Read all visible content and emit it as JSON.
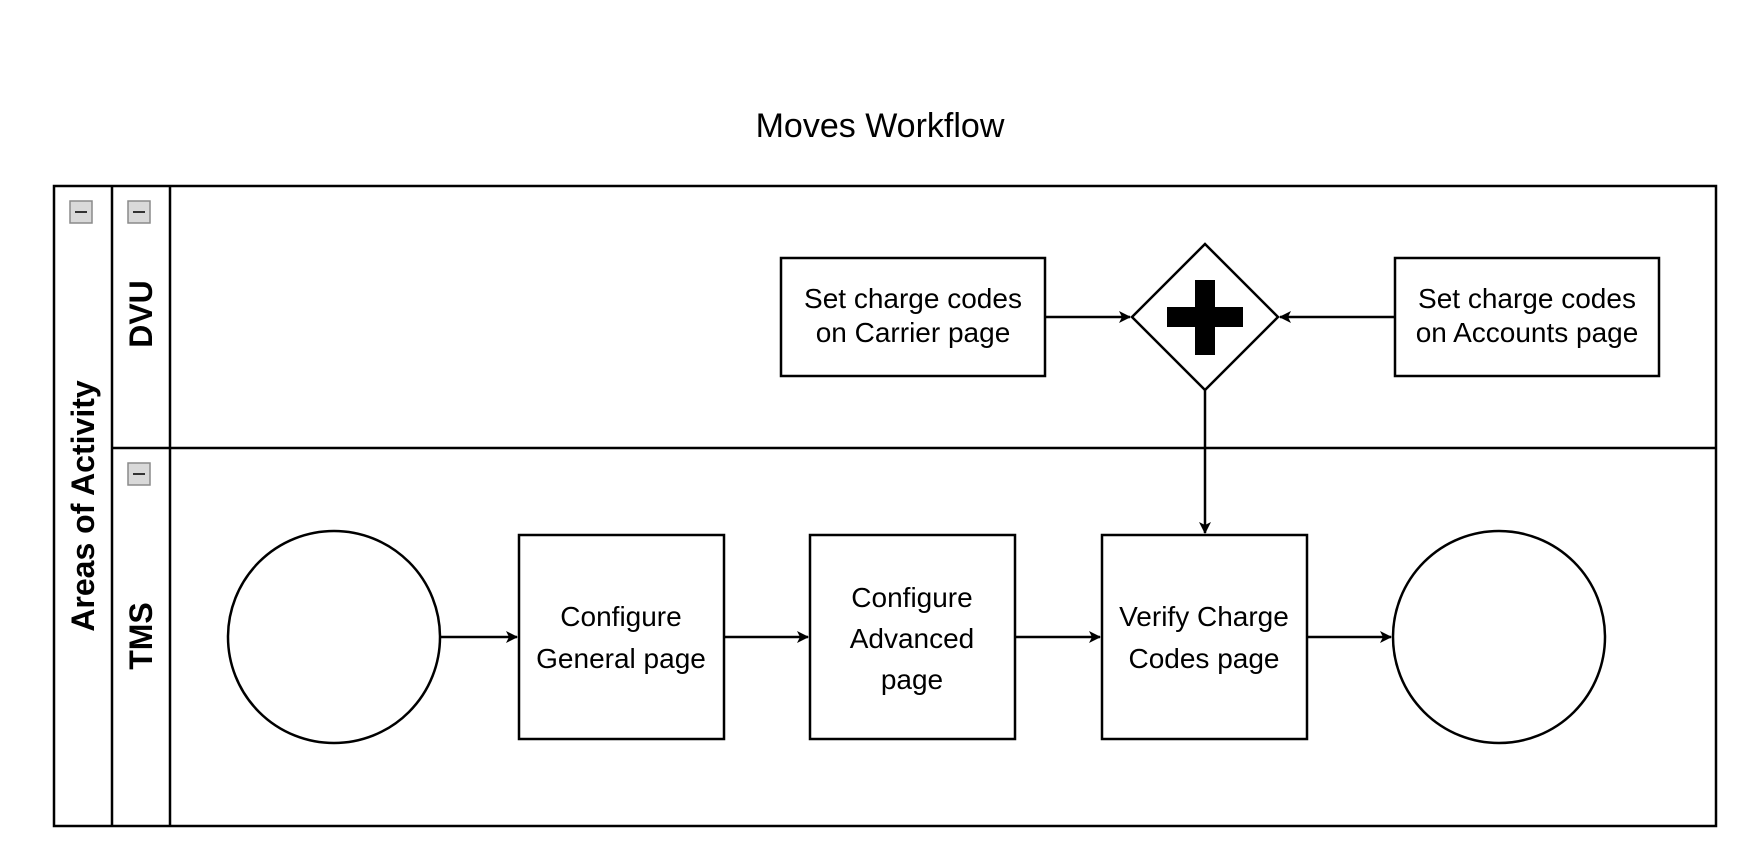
{
  "diagram": {
    "title": "Moves Workflow",
    "pool": {
      "label": "Areas of Activity"
    },
    "lanes": [
      {
        "id": "dvu",
        "label": "DVU"
      },
      {
        "id": "tms",
        "label": "TMS"
      }
    ],
    "tasks": {
      "set_carrier": {
        "line1": "Set charge codes",
        "line2": "on Carrier page"
      },
      "set_accounts": {
        "line1": "Set charge codes",
        "line2": "on Accounts page"
      },
      "configure_general": {
        "line1": "Configure",
        "line2": "General page"
      },
      "configure_advanced": {
        "line1": "Configure",
        "line2": "Advanced",
        "line3": "page"
      },
      "verify_charge": {
        "line1": "Verify Charge",
        "line2": "Codes page"
      }
    },
    "gateway": {
      "type": "parallel"
    },
    "events": [
      "start",
      "end"
    ],
    "colors": {
      "stroke": "#000000",
      "background": "#ffffff",
      "collapse_button_fill": "#d9d9d9",
      "collapse_button_stroke": "#8a8a8a"
    }
  }
}
